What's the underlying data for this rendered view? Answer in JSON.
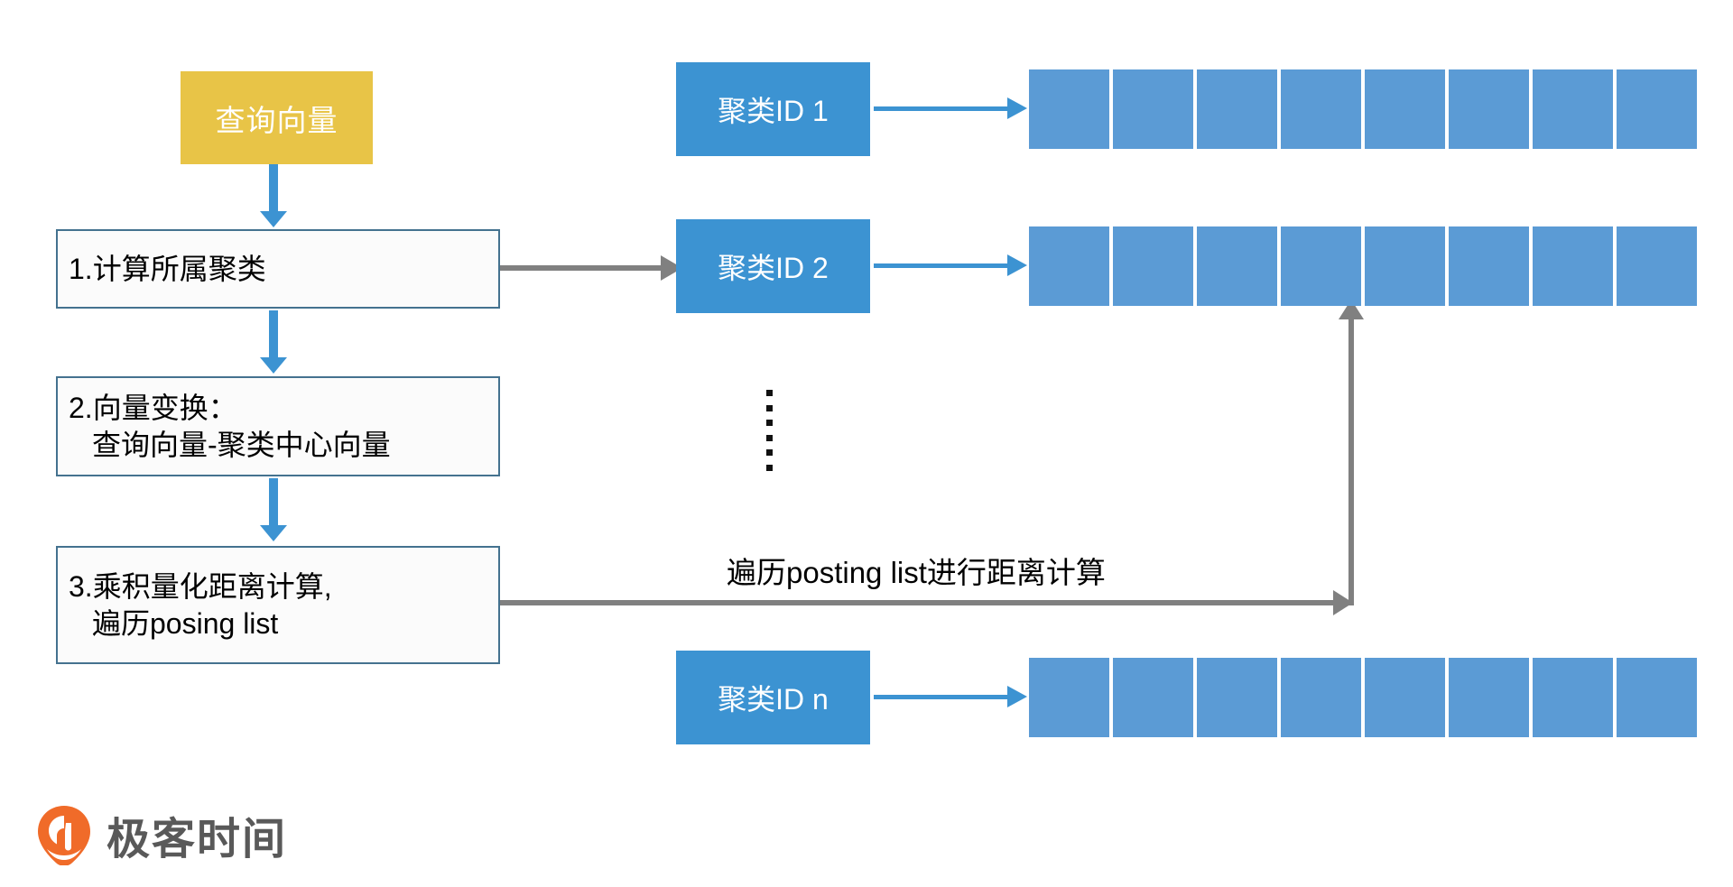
{
  "diagram": {
    "title": "IVFPQ query flow",
    "query_box": {
      "label": "查询向量"
    },
    "steps": [
      {
        "id": "step1",
        "lines": [
          "1.计算所属聚类"
        ]
      },
      {
        "id": "step2",
        "lines": [
          "2.向量变换：",
          "查询向量-聚类中心向量"
        ]
      },
      {
        "id": "step3",
        "lines": [
          "3.乘积量化距离计算,",
          "遍历posing list"
        ]
      }
    ],
    "clusters": [
      {
        "id": "cluster1",
        "label": "聚类ID 1",
        "cells": 8
      },
      {
        "id": "cluster2",
        "label": "聚类ID 2",
        "cells": 8
      },
      {
        "id": "clustern",
        "label": "聚类ID n",
        "cells": 8
      }
    ],
    "ellipsis_dots": 6,
    "traverse_label": "遍历posting list进行距离计算",
    "logo": {
      "text": "极客时间"
    },
    "colors": {
      "query_yellow": "#E8C447",
      "cluster_blue": "#3C93D2",
      "cell_blue": "#5B9BD5",
      "box_border": "#44728F",
      "gray_arrow": "#808080",
      "logo_orange": "#F06B29",
      "logo_text": "#595959"
    }
  }
}
